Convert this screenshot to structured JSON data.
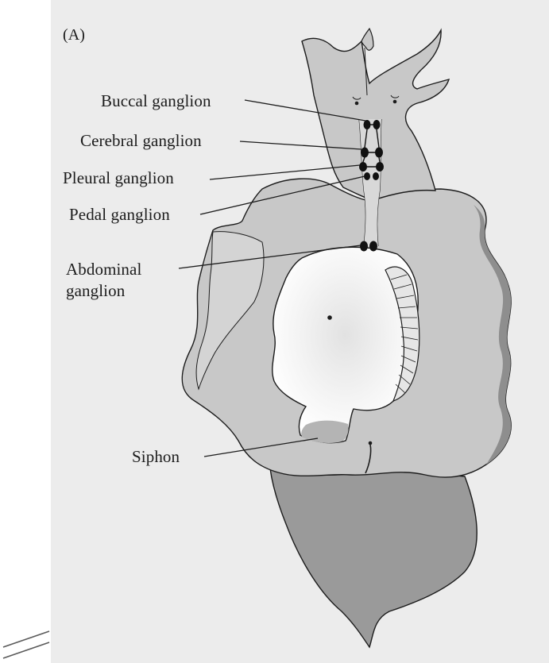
{
  "figure": {
    "panel_letter": "(A)",
    "labels": {
      "buccal": "Buccal ganglion",
      "cerebral": "Cerebral ganglion",
      "pleural": "Pleural ganglion",
      "pedal": "Pedal ganglion",
      "abdominal_line1": "Abdominal",
      "abdominal_line2": "ganglion",
      "siphon": "Siphon"
    }
  },
  "colors": {
    "background_panel": "#ececec",
    "body_fill": "#c8c8c8",
    "dark_tail": "#9a9a9a",
    "mantle_fill": "#ffffff",
    "ganglion": "#111111",
    "line": "#1c1c1c"
  }
}
